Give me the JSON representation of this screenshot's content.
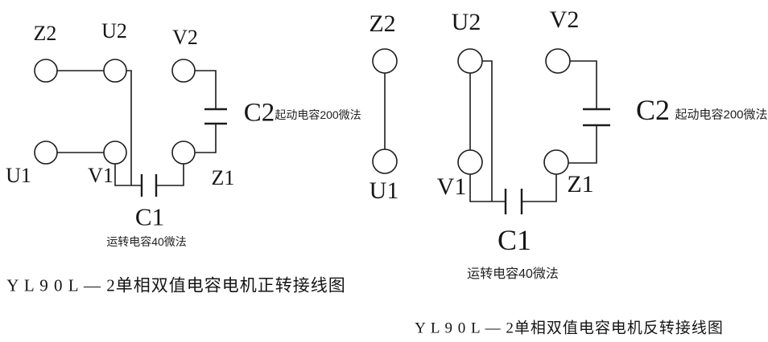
{
  "colors": {
    "background": "#ffffff",
    "line": "#1c1c1c",
    "text": "#161616"
  },
  "left_diagram": {
    "title_meaning": "forward-rotation wiring",
    "terminals": {
      "z2": "Z2",
      "u2": "U2",
      "v2": "V2",
      "u1": "U1",
      "v1": "V1",
      "z1": "Z1"
    },
    "capacitors": {
      "c1": {
        "label": "C1",
        "note": "运转电容40微法"
      },
      "c2": {
        "label": "C2",
        "note": "起动电容200微法"
      }
    },
    "caption": "Y L 9 0 L — 2单相双值电容电机正转接线图"
  },
  "right_diagram": {
    "title_meaning": "reverse-rotation wiring",
    "terminals": {
      "z2": "Z2",
      "u2": "U2",
      "v2": "V2",
      "u1": "U1",
      "v1": "V1",
      "z1": "Z1"
    },
    "capacitors": {
      "c1": {
        "label": "C1",
        "note": "运转电容40微法"
      },
      "c2": {
        "label": "C2",
        "note": "起动电容200微法"
      }
    },
    "caption": "Y L 9 0 L — 2单相双值电容电机反转接线图"
  }
}
